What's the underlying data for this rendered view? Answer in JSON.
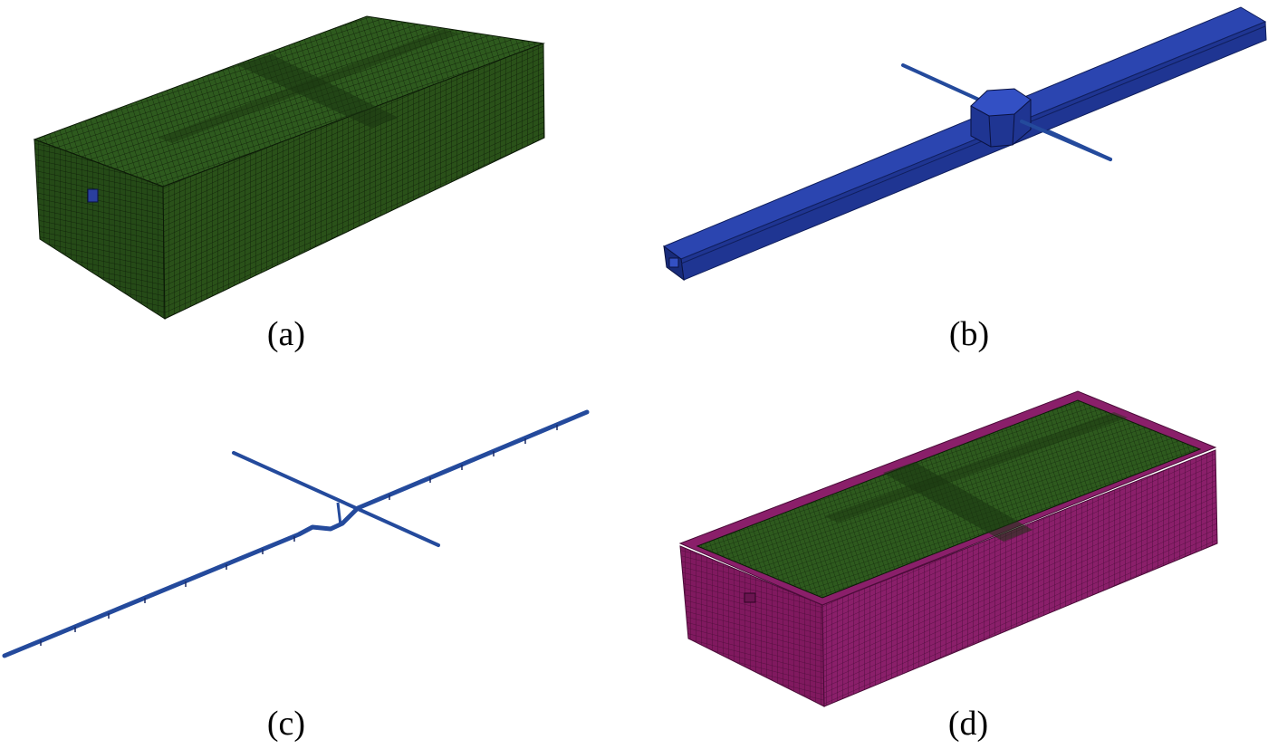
{
  "panels": [
    {
      "id": "a",
      "caption": "(a)"
    },
    {
      "id": "b",
      "caption": "(b)"
    },
    {
      "id": "c",
      "caption": "(c)"
    },
    {
      "id": "d",
      "caption": "(d)"
    }
  ],
  "colors": {
    "soil_mesh": "#2e5a1e",
    "soil_mesh_dark": "#1f3f14",
    "soil_mesh_lines": "#0c1a07",
    "tunnel_blue": "#1f3592",
    "tunnel_blue_light": "#2b45b0",
    "tunnel_blue_dark": "#101f5e",
    "beam_blue": "#244a9c",
    "embedded_magenta": "#8a1f6a",
    "embedded_magenta_lines": "#4a0c38"
  }
}
